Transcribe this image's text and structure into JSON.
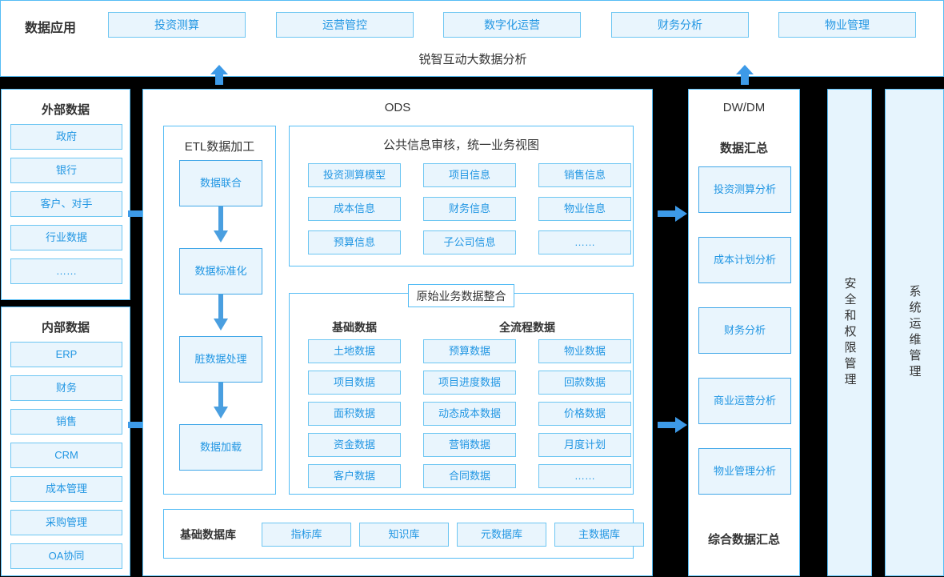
{
  "header": {
    "label": "数据应用",
    "subtitle": "锐智互动大数据分析",
    "apps": [
      {
        "label": "投资测算"
      },
      {
        "label": "运营管控"
      },
      {
        "label": "数字化运营"
      },
      {
        "label": "财务分析"
      },
      {
        "label": "物业管理"
      }
    ]
  },
  "external": {
    "title": "外部数据",
    "items": [
      {
        "label": "政府"
      },
      {
        "label": "银行"
      },
      {
        "label": "客户、对手"
      },
      {
        "label": "行业数据"
      },
      {
        "label": "……"
      }
    ]
  },
  "internal": {
    "title": "内部数据",
    "items": [
      {
        "label": "ERP"
      },
      {
        "label": "财务"
      },
      {
        "label": "销售"
      },
      {
        "label": "CRM"
      },
      {
        "label": "成本管理"
      },
      {
        "label": "采购管理"
      },
      {
        "label": "OA协同"
      }
    ]
  },
  "ods": {
    "title": "ODS",
    "etl": {
      "title": "ETL数据加工",
      "steps": [
        {
          "label": "数据联合"
        },
        {
          "label": "数据标准化"
        },
        {
          "label": "脏数据处理"
        },
        {
          "label": "数据加载"
        }
      ]
    },
    "public": {
      "title": "公共信息审核，统一业务视图",
      "items": [
        {
          "label": "投资测算模型"
        },
        {
          "label": "项目信息"
        },
        {
          "label": "销售信息"
        },
        {
          "label": "成本信息"
        },
        {
          "label": "财务信息"
        },
        {
          "label": "物业信息"
        },
        {
          "label": "预算信息"
        },
        {
          "label": "子公司信息"
        },
        {
          "label": "……"
        }
      ]
    },
    "raw": {
      "tag": "原始业务数据整合",
      "basic_title": "基础数据",
      "flow_title": "全流程数据",
      "basic_items": [
        {
          "label": "土地数据"
        },
        {
          "label": "项目数据"
        },
        {
          "label": "面积数据"
        },
        {
          "label": "资金数据"
        },
        {
          "label": "客户数据"
        }
      ],
      "flow_items_left": [
        {
          "label": "预算数据"
        },
        {
          "label": "项目进度数据"
        },
        {
          "label": "动态成本数据"
        },
        {
          "label": "营销数据"
        },
        {
          "label": "合同数据"
        }
      ],
      "flow_items_right": [
        {
          "label": "物业数据"
        },
        {
          "label": "回款数据"
        },
        {
          "label": "价格数据"
        },
        {
          "label": "月度计划"
        },
        {
          "label": "……"
        }
      ]
    },
    "database": {
      "label": "基础数据库",
      "items": [
        {
          "label": "指标库"
        },
        {
          "label": "知识库"
        },
        {
          "label": "元数据库"
        },
        {
          "label": "主数据库"
        }
      ]
    }
  },
  "dwdm": {
    "title": "DW/DM",
    "subtitle": "数据汇总",
    "footer": "综合数据汇总",
    "items": [
      {
        "label": "投资测算分析"
      },
      {
        "label": "成本计划分析"
      },
      {
        "label": "财务分析"
      },
      {
        "label": "商业运营分析"
      },
      {
        "label": "物业管理分析"
      }
    ]
  },
  "security": {
    "title": "安全和权限管理"
  },
  "operations": {
    "title": "系统运维管理"
  },
  "colors": {
    "accent": "#2196e3",
    "box_border": "#6dc6f2",
    "box_fill": "#e9f5fd",
    "panel_border": "#56bdf5",
    "arrow": "#3d9ae8",
    "background": "#000000",
    "tinted_panel": "#e6f4fd"
  }
}
